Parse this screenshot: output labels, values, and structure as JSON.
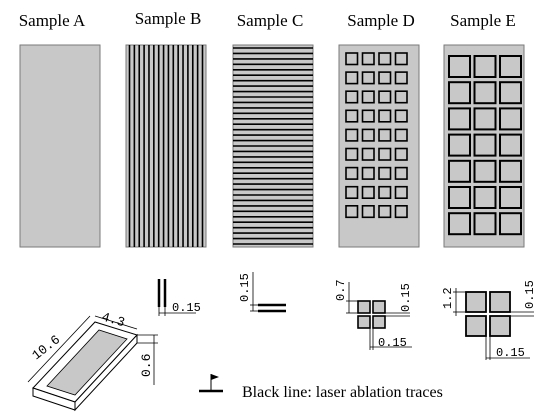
{
  "colors": {
    "panel_fill": "#c8c8c8",
    "panel_stroke": "#7a7a7a",
    "trace": "#000000",
    "background": "#ffffff"
  },
  "samples": [
    {
      "id": "A",
      "label": "Sample A",
      "pattern": "none"
    },
    {
      "id": "B",
      "label": "Sample B",
      "pattern": "vertical-lines"
    },
    {
      "id": "C",
      "label": "Sample C",
      "pattern": "horizontal-lines"
    },
    {
      "id": "D",
      "label": "Sample D",
      "pattern": "grid",
      "columns": 4,
      "rows": 9
    },
    {
      "id": "E",
      "label": "Sample E",
      "pattern": "grid",
      "columns": 3,
      "rows": 7
    }
  ],
  "details": {
    "b_spacing": "0.15",
    "c_spacing": "0.15",
    "d_cell": "0.7",
    "d_gap_h": "0.15",
    "d_gap_v": "0.15",
    "e_cell": "1.2",
    "e_gap_h": "0.15",
    "e_gap_v": "0.15"
  },
  "specimen": {
    "length": "10.6",
    "width": "4.3",
    "thickness": "0.6"
  },
  "legend": {
    "text": "Black line: laser ablation traces"
  }
}
